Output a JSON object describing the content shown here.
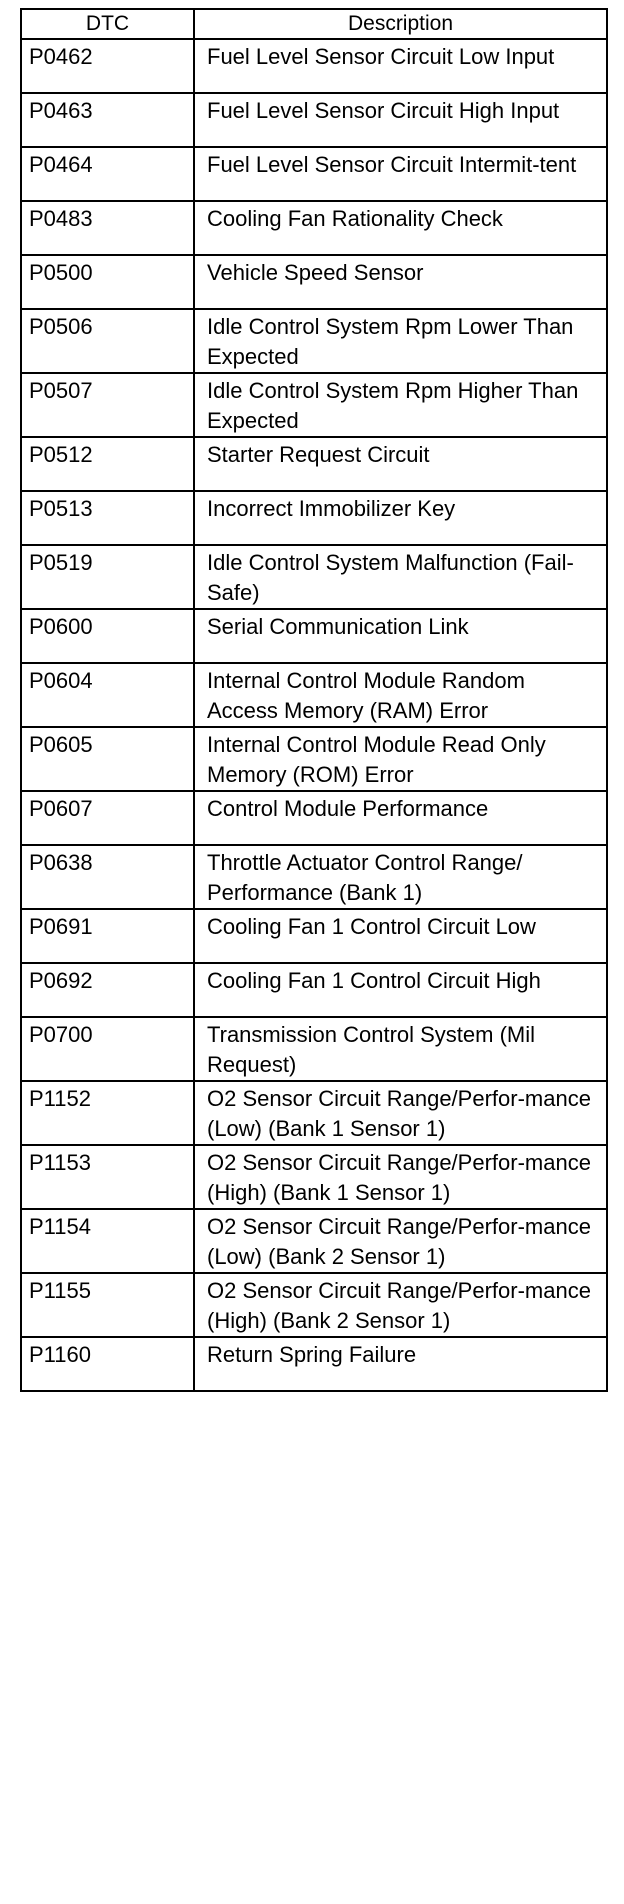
{
  "table": {
    "headers": {
      "code": "DTC",
      "description": "Description"
    },
    "rows": [
      {
        "code": "P0462",
        "description": "Fuel Level Sensor Circuit Low Input"
      },
      {
        "code": "P0463",
        "description": "Fuel Level Sensor Circuit High Input"
      },
      {
        "code": "P0464",
        "description": "Fuel Level Sensor Circuit Intermit-tent"
      },
      {
        "code": "P0483",
        "description": "Cooling Fan Rationality Check"
      },
      {
        "code": "P0500",
        "description": "Vehicle Speed Sensor"
      },
      {
        "code": "P0506",
        "description": "Idle Control System Rpm Lower Than Expected"
      },
      {
        "code": "P0507",
        "description": "Idle Control System Rpm Higher Than Expected"
      },
      {
        "code": "P0512",
        "description": "Starter Request Circuit"
      },
      {
        "code": "P0513",
        "description": "Incorrect Immobilizer Key"
      },
      {
        "code": "P0519",
        "description": "Idle Control System Malfunction (Fail-Safe)"
      },
      {
        "code": "P0600",
        "description": "Serial Communication Link"
      },
      {
        "code": "P0604",
        "description": "Internal Control Module Random Access Memory (RAM) Error"
      },
      {
        "code": "P0605",
        "description": "Internal Control Module Read Only Memory (ROM) Error"
      },
      {
        "code": "P0607",
        "description": "Control Module Performance"
      },
      {
        "code": "P0638",
        "description": "Throttle Actuator Control Range/ Performance (Bank 1)"
      },
      {
        "code": "P0691",
        "description": "Cooling Fan 1 Control Circuit Low"
      },
      {
        "code": "P0692",
        "description": "Cooling Fan 1 Control Circuit High"
      },
      {
        "code": "P0700",
        "description": "Transmission Control System (Mil Request)"
      },
      {
        "code": "P1152",
        "description": "O2 Sensor Circuit Range/Perfor-mance (Low) (Bank 1 Sensor 1)"
      },
      {
        "code": "P1153",
        "description": "O2 Sensor Circuit Range/Perfor-mance (High) (Bank 1 Sensor 1)"
      },
      {
        "code": "P1154",
        "description": "O2 Sensor Circuit Range/Perfor-mance (Low) (Bank 2 Sensor 1)"
      },
      {
        "code": "P1155",
        "description": "O2 Sensor Circuit Range/Perfor-mance (High) (Bank 2 Sensor 1)"
      },
      {
        "code": "P1160",
        "description": "Return Spring Failure"
      }
    ]
  }
}
